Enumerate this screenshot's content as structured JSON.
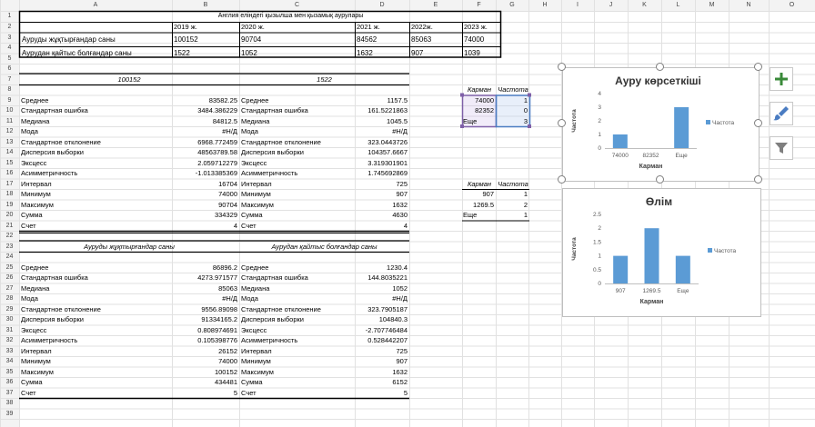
{
  "sheet": {
    "columns": [
      "A",
      "B",
      "C",
      "D",
      "E",
      "F",
      "G",
      "H",
      "I",
      "J",
      "K",
      "L",
      "M",
      "N",
      "O"
    ],
    "rows": [
      "1",
      "2",
      "3",
      "4",
      "5",
      "6",
      "7",
      "8",
      "9",
      "10",
      "11",
      "12",
      "13",
      "14",
      "15",
      "16",
      "17",
      "18",
      "19",
      "20",
      "21",
      "22",
      "23",
      "24",
      "25",
      "26",
      "27",
      "28",
      "29",
      "30",
      "31",
      "32",
      "33",
      "34",
      "35",
      "36",
      "37",
      "38",
      "39"
    ]
  },
  "table": {
    "title": "Англия елiндегi қызылша мен қызамық аурулары",
    "years": [
      "2019 ж.",
      "2020 ж.",
      "2021 ж.",
      "2022ж.",
      "2023 ж."
    ],
    "row1_label": "Ауруды жұқтырғандар саны",
    "row1_values": [
      "100152",
      "90704",
      "84562",
      "85063",
      "74000"
    ],
    "row2_label": "Аурудан қайтыс болғандар саны",
    "row2_values": [
      "1522",
      "1052",
      "1632",
      "907",
      "1039"
    ]
  },
  "stats_top": {
    "left_header": "100152",
    "right_header": "1522",
    "labels": [
      "Среднее",
      "Стандартная ошибка",
      "Медиана",
      "Мода",
      "Стандартное отклонение",
      "Дисперсия выборки",
      "Эксцесс",
      "Асимметричность",
      "Интервал",
      "Минимум",
      "Максимум",
      "Сумма",
      "Счет"
    ],
    "left_values": [
      "83582.25",
      "3484.386229",
      "84812.5",
      "#Н/Д",
      "6968.772459",
      "48563789.58",
      "2.059712279",
      "-1.013385369",
      "16704",
      "74000",
      "90704",
      "334329",
      "4"
    ],
    "right_values": [
      "1157.5",
      "161.5221863",
      "1045.5",
      "#Н/Д",
      "323.0443726",
      "104357.6667",
      "3.319301901",
      "1.745692869",
      "725",
      "907",
      "1632",
      "4630",
      "4"
    ]
  },
  "stats_bottom": {
    "left_header": "Ауруды жұқтырғандар саны",
    "right_header": "Аурудан қайтыс болғандар саны",
    "labels": [
      "Среднее",
      "Стандартная ошибка",
      "Медиана",
      "Мода",
      "Стандартное отклонение",
      "Дисперсия выборки",
      "Эксцесс",
      "Асимметричность",
      "Интервал",
      "Минимум",
      "Максимум",
      "Сумма",
      "Счет"
    ],
    "left_values": [
      "86896.2",
      "4273.971577",
      "85063",
      "#Н/Д",
      "9556.89098",
      "91334165.2",
      "0.808974691",
      "0.105398776",
      "26152",
      "74000",
      "100152",
      "434481",
      "5"
    ],
    "right_values": [
      "1230.4",
      "144.8035221",
      "1052",
      "#Н/Д",
      "323.7905187",
      "104840.3",
      "-2.707746484",
      "0.528442207",
      "725",
      "907",
      "1632",
      "6152",
      "5"
    ]
  },
  "freq1": {
    "headers": [
      "Карман",
      "Частота"
    ],
    "rows": [
      [
        "74000",
        "1"
      ],
      [
        "82352",
        "0"
      ],
      [
        "Еще",
        "3"
      ]
    ]
  },
  "freq2": {
    "headers": [
      "Карман",
      "Частота"
    ],
    "rows": [
      [
        "907",
        "1"
      ],
      [
        "1269.5",
        "2"
      ],
      [
        "Еще",
        "1"
      ]
    ]
  },
  "icons": {
    "add": "plus-icon",
    "style": "brush-icon",
    "filter": "filter-icon"
  },
  "colors": {
    "bar": "#5b9bd5",
    "grid": "#d9d9d9",
    "selection": "#7f60a8"
  },
  "chart_data": [
    {
      "type": "bar",
      "title": "Ауру көрсеткiшi",
      "xlabel": "Карман",
      "ylabel": "Частота",
      "categories": [
        "74000",
        "82352",
        "Еще"
      ],
      "series": [
        {
          "name": "Частота",
          "values": [
            1,
            0,
            3
          ]
        }
      ],
      "ylim": [
        0,
        4
      ],
      "yticks": [
        "0",
        "1",
        "2",
        "3",
        "4"
      ],
      "legend": "right",
      "grid": false
    },
    {
      "type": "bar",
      "title": "Өлiм",
      "xlabel": "Карман",
      "ylabel": "Частота",
      "categories": [
        "907",
        "1269.5",
        "Еще"
      ],
      "series": [
        {
          "name": "Частота",
          "values": [
            1,
            2,
            1
          ]
        }
      ],
      "ylim": [
        0,
        2.5
      ],
      "yticks": [
        "0",
        "0.5",
        "1",
        "1.5",
        "2",
        "2.5"
      ],
      "legend": "right",
      "grid": false
    }
  ]
}
